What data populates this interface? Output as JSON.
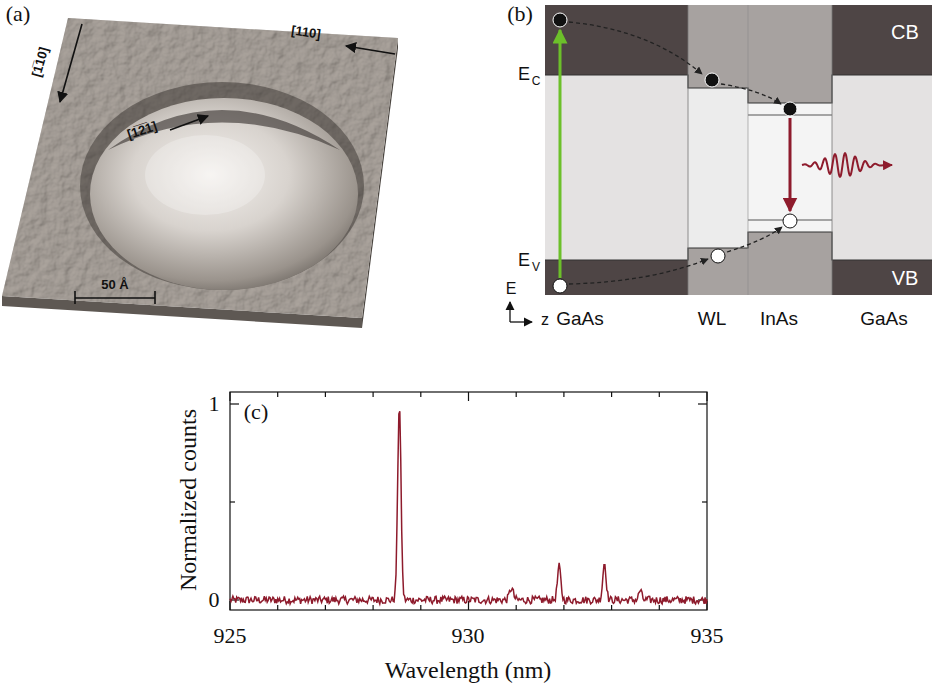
{
  "diagram": {
    "labels": [
      "(a)",
      "[1̅10]",
      "[110]",
      "[1̅2̅1]",
      "50 Å",
      "(b)",
      "CB",
      "E",
      "C",
      "E",
      "V",
      "VB",
      "E",
      "z",
      "GaAs",
      "WL",
      "InAs",
      "GaAs",
      "(c)",
      "Normalized counts",
      "1",
      "0",
      "925",
      "930",
      "935",
      "Wavelength (nm)"
    ]
  }
}
